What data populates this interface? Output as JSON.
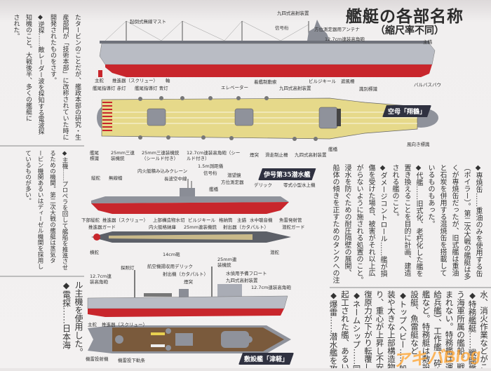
{
  "header": {
    "title": "艦艇の各部名称",
    "subtitle": "（縮尺率不同）"
  },
  "left_text": {
    "block1": [
      "たタービンのことだが、艦政本部の研究・生",
      "産部門が「技術本部」に改称されていた時に",
      "開発されたものをさす。",
      "◆逆探……敵レーダー波を探知する電波探",
      "知機のこと。大戦後半、多くの艦艇に",
      "された。"
    ],
    "block2": [
      "◆主機……プロペラを回して艦船を推進させ",
      "るための機関。第二次大戦の艦艇は蒸気タ",
      "ービン機関あるいはディーゼル機関を採用し",
      "ているものが多い。"
    ],
    "block3": [
      "ル主機を使用した。",
      "◆電探……日本海"
    ]
  },
  "right_text": {
    "block1": [
      "◆専焼缶……重油のみを使用する缶",
      "（ボイラー）。第二次大戦の艦艇は多",
      "くが専焼缶だったが、旧式艦は重油",
      "と石炭を併用する混焼缶を搭載して",
      "いるものもあった。",
      "◆代艦……旧式化、老朽化した艦を",
      "置き換えることを目的に計画、建造",
      "される艦のこと。",
      "◆ダメージコントロール……艦が損",
      "傷を受けた場合、被害がそれ以上広",
      "がらないように施される処置のこと。",
      "浸水を防ぐための耐圧隔壁の展開、",
      "船体の傾きを正すためのタンクへの注"
    ],
    "block2": [
      "水、消火作業などがこれに",
      "◆特務艦艇……戦闘艦以",
      "う海軍所属の艦船。戦闘",
      "まれない。特務艦は運送艦",
      "給兵艦）、工作艦、砕氷",
      "艦など。特務艇は敷設艇",
      "設艇、魚雷艇など",
      "◆トップヘビー……船体",
      "装や大きな上部構造物",
      "り、重心が上昇し不安定",
      "復原力が下がり転覆しや",
      "◆ネームシップ……同型",
      "起工された艦、あるいは",
      "◆爆雷……潜水艦を攻"
    ]
  },
  "carrier": {
    "name": "空母「翔鶴」",
    "labels": [
      "起倒式無線マスト",
      "九四式高射装置",
      "信号桁",
      "方位測定器用アンテナ",
      "12.7cm連装高角砲",
      "主錨",
      "主舵",
      "推進器（スクリュー）",
      "軸",
      "艦尾指導灯 赤灯",
      "艦尾指導灯 青灯",
      "エレベーター",
      "着艦制動索",
      "九四式高射装置",
      "ビルジキール",
      "遮風柵",
      "識別標識",
      "バルバスバウ",
      "風向き標識",
      "艦尾標識",
      "25mm三連装機銃",
      "25mm三連装機銃（シールド付き）",
      "12.7cm連装高角砲（シールド付き）",
      "煙突",
      "滑走制止柵",
      "九四式高射装置",
      "艦橋"
    ]
  },
  "submarine": {
    "name": "伊号第35潜水艦",
    "labels": [
      "縦舵",
      "無線檣",
      "内火艇積み込みクレーン",
      "1.5m測距儀",
      "信号桁",
      "長波空中線",
      "潜望鏡",
      "方位測定器",
      "艦橋",
      "デリック",
      "零式小型水上機",
      "下部縦舵",
      "推進器（スクリュー）",
      "上部構造物水切",
      "ビルジキール",
      "格納筒",
      "主錨",
      "水中聴音機",
      "魚雷発射管",
      "推進器ガード",
      "内火艇格納庫",
      "25mm連装機銃",
      "射出器（カタパルト）",
      "潜舵ガード",
      "横舵",
      "14cm砲",
      "潜舵"
    ]
  },
  "minelayer": {
    "name": "敷設艦「津軽」",
    "labels": [
      "25mm連装機銃",
      "探照灯",
      "航空機揚収用デリック",
      "射出機（カタパルト）",
      "煙突",
      "水偵用予備フロート",
      "九四式高射装置",
      "12.7cm連装高角砲",
      "12.7cm連装高角砲",
      "主舵",
      "推進器（スクリュー）",
      "機雷投射機",
      "機雷投下軌条"
    ]
  },
  "watermark": "アキバBlog",
  "colors": {
    "hull_gray": "#b9bcc4",
    "hull_red": "#c8262c",
    "deck_yellow": "#e6d98a",
    "deck_brown": "#7a5a3c",
    "badge": "#2f3140",
    "watermark": "#ffa028"
  }
}
